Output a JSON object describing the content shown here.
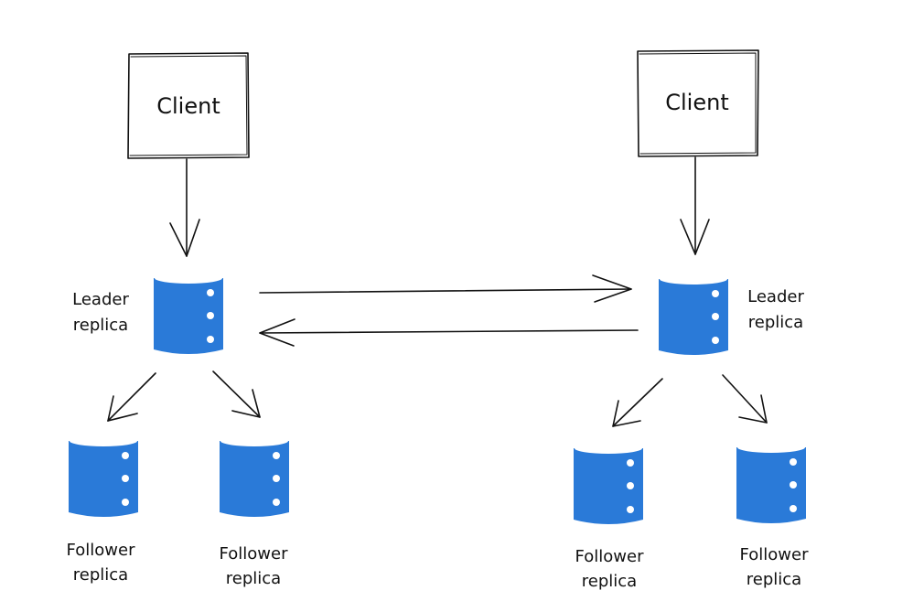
{
  "clusters": [
    {
      "client": {
        "label": "Client"
      },
      "leader": {
        "label_line1": "Leader",
        "label_line2": "replica"
      },
      "followers": [
        {
          "label_line1": "Follower",
          "label_line2": "replica"
        },
        {
          "label_line1": "Follower",
          "label_line2": "replica"
        }
      ]
    },
    {
      "client": {
        "label": "Client"
      },
      "leader": {
        "label_line1": "Leader",
        "label_line2": "replica"
      },
      "followers": [
        {
          "label_line1": "Follower",
          "label_line2": "replica"
        },
        {
          "label_line1": "Follower",
          "label_line2": "replica"
        }
      ]
    }
  ],
  "colors": {
    "database_fill": "#2a7ad8",
    "database_top": "#ffffff",
    "leader_outline": "#1b3fd6",
    "follower_outline": "#1d3f7a",
    "ink": "#111111"
  }
}
